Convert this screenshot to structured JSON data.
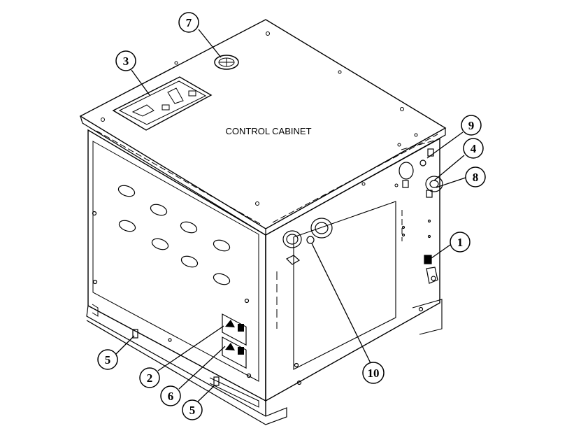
{
  "title": "CONTROL CABINET",
  "callouts": [
    "7",
    "3",
    "9",
    "4",
    "8",
    "1",
    "10",
    "5",
    "2",
    "6",
    "5"
  ]
}
